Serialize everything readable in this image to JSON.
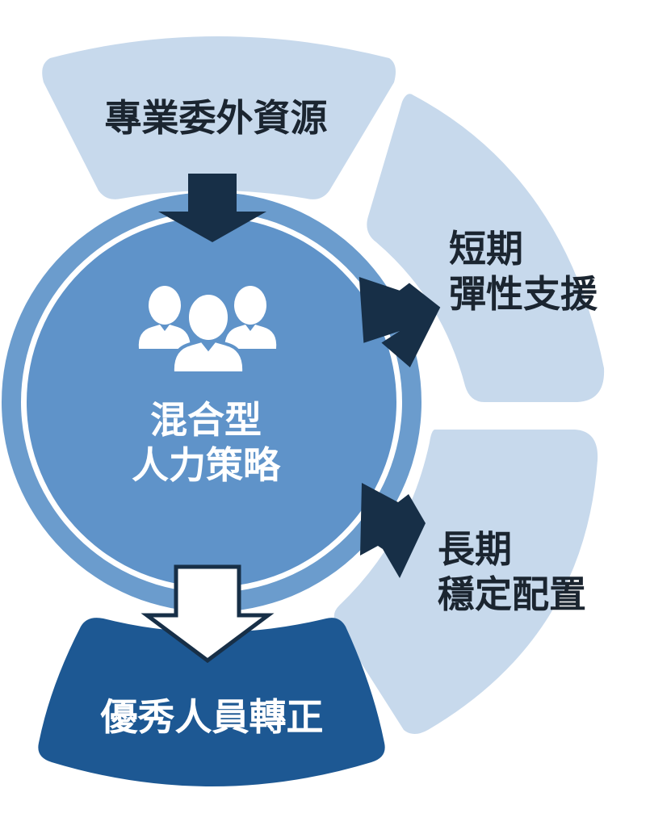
{
  "sections": {
    "top": {
      "label": "專業委外資源"
    },
    "short_term": {
      "line1": "短期",
      "line2": "彈性支援"
    },
    "long_term": {
      "line1": "長期",
      "line2": "穩定配置"
    },
    "center": {
      "line1": "混合型",
      "line2": "人力策略"
    },
    "outcome": {
      "label": "優秀人員轉正"
    }
  },
  "colors": {
    "segment_light": "#c7d9ec",
    "ring": "#6b9ccd",
    "center_fill": "#5f93c9",
    "outcome_fill": "#1d5893",
    "arrow_dark": "#172f47",
    "arrow_hollow": "#ffffff"
  },
  "icons": [
    "people-group-icon"
  ]
}
